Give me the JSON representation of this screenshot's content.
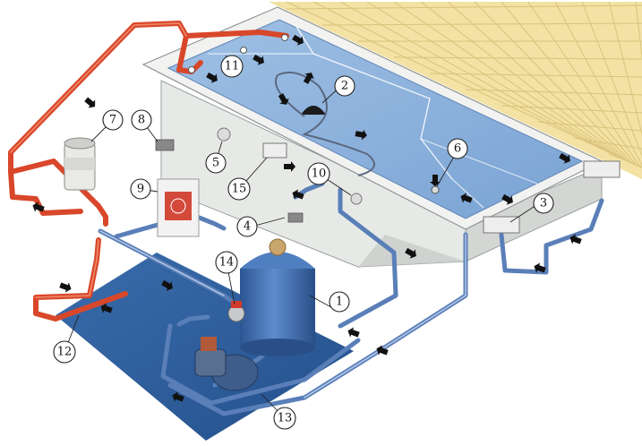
{
  "callouts": [
    {
      "id": "1",
      "label": "1"
    },
    {
      "id": "2",
      "label": "2"
    },
    {
      "id": "3",
      "label": "3"
    },
    {
      "id": "4",
      "label": "4"
    },
    {
      "id": "5",
      "label": "5"
    },
    {
      "id": "6",
      "label": "6"
    },
    {
      "id": "7",
      "label": "7"
    },
    {
      "id": "8",
      "label": "8"
    },
    {
      "id": "9",
      "label": "9"
    },
    {
      "id": "10",
      "label": "10"
    },
    {
      "id": "11",
      "label": "11"
    },
    {
      "id": "12",
      "label": "12"
    },
    {
      "id": "13",
      "label": "13"
    },
    {
      "id": "14",
      "label": "14"
    },
    {
      "id": "15",
      "label": "15"
    }
  ],
  "colors": {
    "pool_water": "#8fb3dc",
    "pool_water_dark": "#6e98c8",
    "pool_wall": "#e7e9e6",
    "deck_tile": "#f3e2a4",
    "floor": "#2e5e98",
    "pipe_return": "#d9472a",
    "pipe_suction": "#5a7fb8",
    "filter_tank": "#3f6fae"
  }
}
